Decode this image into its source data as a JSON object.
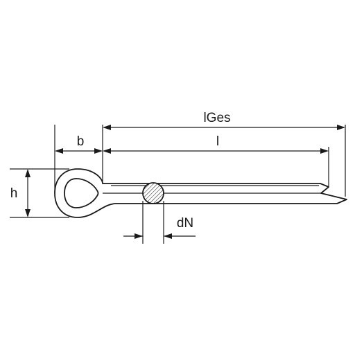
{
  "labels": {
    "overall_length": "lGes",
    "length": "l",
    "eye_width": "b",
    "head_height": "h",
    "nominal_diameter": "dN"
  },
  "colors": {
    "line": "#1a1a1a",
    "background": "#ffffff"
  }
}
